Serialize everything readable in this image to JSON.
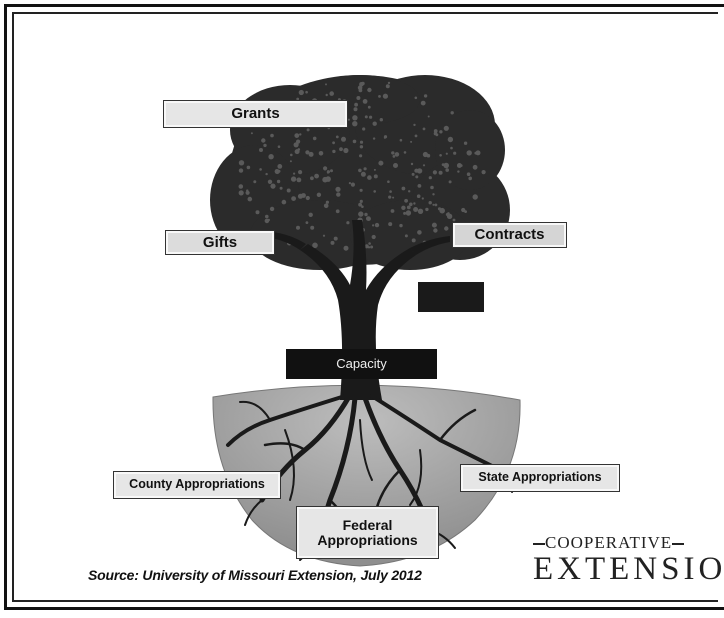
{
  "labels": {
    "grants": "Grants",
    "gifts": "Gifts",
    "contracts": "Contracts",
    "capacity": "Capacity",
    "county": "County Appropriations",
    "state": "State Appropriations",
    "federal_line1": "Federal",
    "federal_line2": "Appropriations"
  },
  "source": "Source: University of Missouri Extension, July 2012",
  "logo": {
    "top": "COOPERATIVE",
    "bottom": "EXTENSION"
  },
  "colors": {
    "foliage": "#2b2b2b",
    "trunk": "#1a1a1a",
    "soil": "#a6a6a6",
    "label_light": "#e6e6e6",
    "label_dark": "#111111"
  }
}
